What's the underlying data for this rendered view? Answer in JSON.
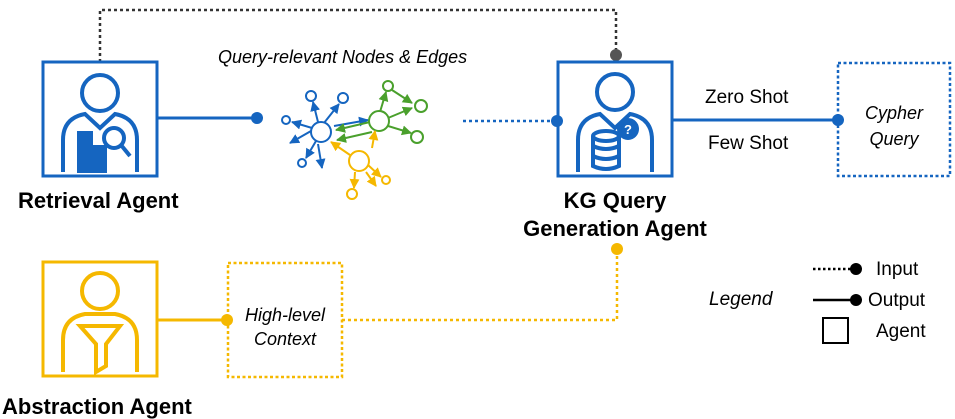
{
  "colors": {
    "blue": "#1565c0",
    "green": "#4aa02c",
    "yellow": "#f5b800",
    "gray": "#555555",
    "black": "#000000"
  },
  "agents": {
    "retrieval": {
      "label": "Retrieval Agent",
      "icon": "person-magnifier-boxes-icon"
    },
    "kg_query": {
      "label_line1": "KG Query",
      "label_line2": "Generation Agent",
      "icon": "person-database-question-icon"
    },
    "abstraction": {
      "label": "Abstraction Agent",
      "icon": "person-funnel-icon"
    }
  },
  "graph": {
    "caption": "Query-relevant Nodes & Edges"
  },
  "edges": {
    "zero_shot": "Zero Shot",
    "few_shot": "Few Shot"
  },
  "outputs": {
    "cypher_line1": "Cypher",
    "cypher_line2": "Query",
    "context_line1": "High-level",
    "context_line2": "Context"
  },
  "legend": {
    "title": "Legend",
    "input": "Input",
    "output": "Output",
    "agent": "Agent"
  }
}
